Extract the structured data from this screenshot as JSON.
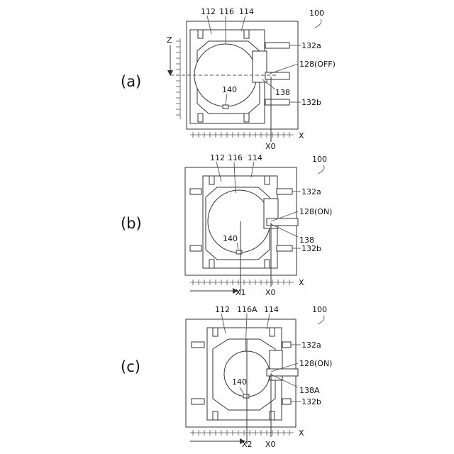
{
  "figure_ref": "100",
  "panels": [
    {
      "id": "a",
      "label": "(a)",
      "sensor_label": "128(OFF)",
      "chuck_label": "116",
      "contact_label": "138",
      "x_markers": [
        "X0"
      ],
      "axis_z": "Z"
    },
    {
      "id": "b",
      "label": "(b)",
      "sensor_label": "128(ON)",
      "chuck_label": "116",
      "contact_label": "138",
      "x_markers": [
        "X1",
        "X0"
      ]
    },
    {
      "id": "c",
      "label": "(c)",
      "sensor_label": "128(ON)",
      "chuck_label": "116A",
      "contact_label": "138A",
      "x_markers": [
        "X2",
        "X0"
      ]
    }
  ],
  "labels": {
    "frame": "112",
    "outer": "114",
    "stop_top": "132a",
    "stop_bottom": "132b",
    "notch": "140",
    "axis_x": "X"
  }
}
